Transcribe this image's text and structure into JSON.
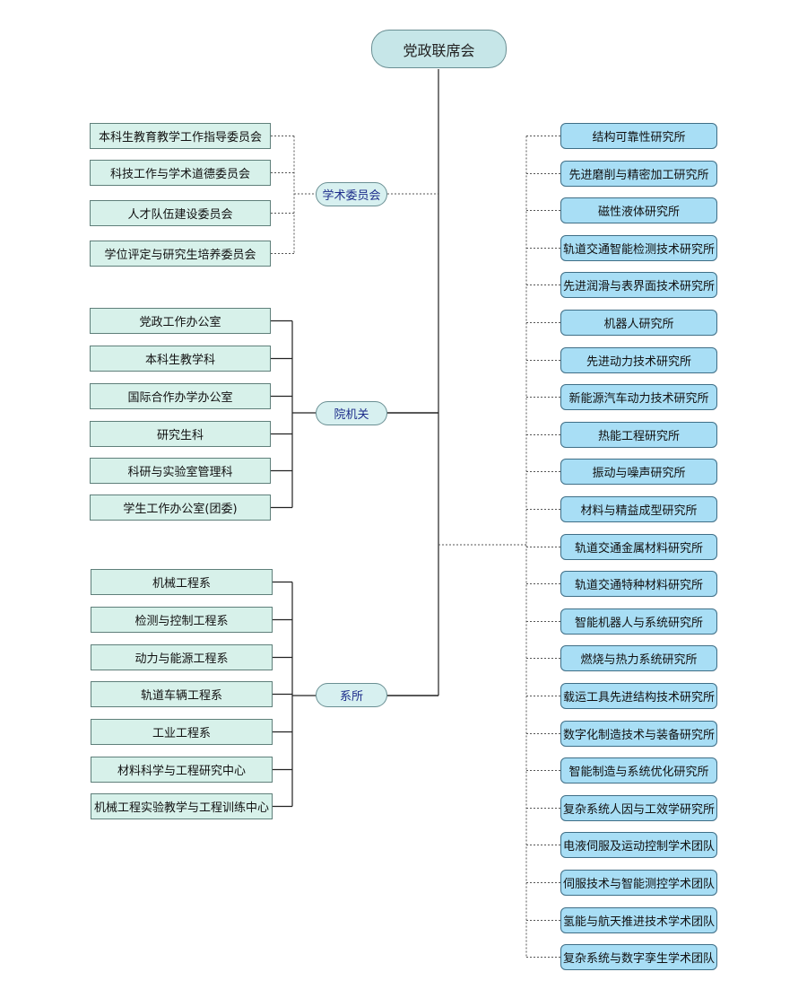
{
  "root": {
    "label": "党政联席会"
  },
  "hubs": {
    "academic": "学术委员会",
    "admin": "院机关",
    "dept": "系所"
  },
  "academic_committees": [
    "本科生教育教学工作指导委员会",
    "科技工作与学术道德委员会",
    "人才队伍建设委员会",
    "学位评定与研究生培养委员会"
  ],
  "admin_offices": [
    "党政工作办公室",
    "本科生教学科",
    "国际合作办学办公室",
    "研究生科",
    "科研与实验室管理科",
    "学生工作办公室(团委)"
  ],
  "departments": [
    "机械工程系",
    "检测与控制工程系",
    "动力与能源工程系",
    "轨道车辆工程系",
    "工业工程系",
    "材料科学与工程研究中心",
    "机械工程实验教学与工程训练中心"
  ],
  "institutes": [
    "结构可靠性研究所",
    "先进磨削与精密加工研究所",
    "磁性液体研究所",
    "轨道交通智能检测技术研究所",
    "先进润滑与表界面技术研究所",
    "机器人研究所",
    "先进动力技术研究所",
    "新能源汽车动力技术研究所",
    "热能工程研究所",
    "振动与噪声研究所",
    "材料与精益成型研究所",
    "轨道交通金属材料研究所",
    "轨道交通特种材料研究所",
    "智能机器人与系统研究所",
    "燃烧与热力系统研究所",
    "载运工具先进结构技术研究所",
    "数字化制造技术与装备研究所",
    "智能制造与系统优化研究所",
    "复杂系统人因与工效学研究所",
    "电液伺服及运动控制学术团队",
    "伺服技术与智能测控学术团队",
    "氢能与航天推进技术学术团队",
    "复杂系统与数字孪生学术团队"
  ]
}
